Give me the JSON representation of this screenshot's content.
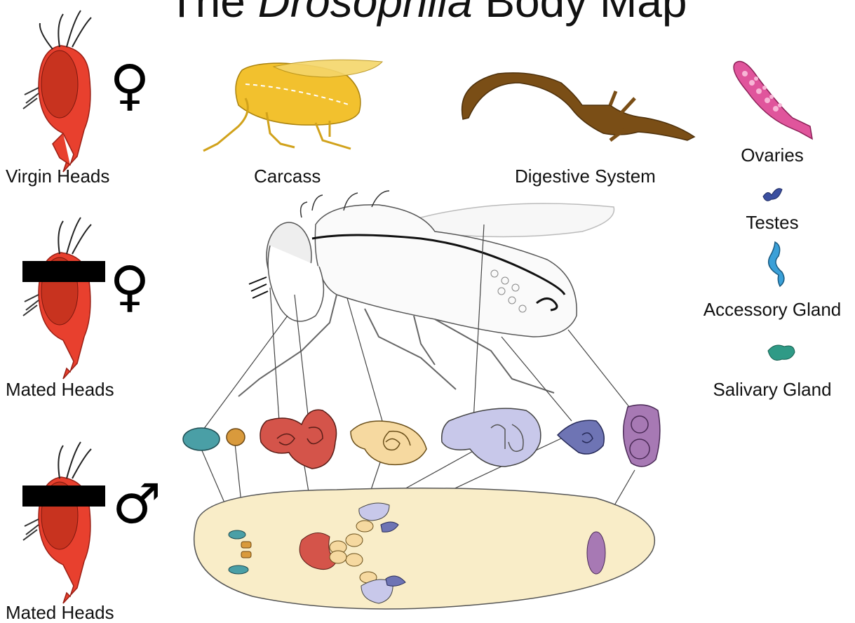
{
  "title": {
    "prefix": "The ",
    "italic": "Drosophila",
    "suffix": " Body Map"
  },
  "head_panels": [
    {
      "label": "Virgin Heads",
      "sex_symbol": "♀"
    },
    {
      "label": "Mated Heads",
      "sex_symbol": "♀"
    },
    {
      "label": "Mated Heads",
      "sex_symbol": "♂"
    }
  ],
  "top_labels": {
    "carcass": "Carcass",
    "digestive": "Digestive System"
  },
  "organs": [
    {
      "label": "Ovaries",
      "color": "#e0559c"
    },
    {
      "label": "Testes",
      "color": "#3b4fa0"
    },
    {
      "label": "Accessory Gland",
      "color": "#3aa0d8"
    },
    {
      "label": "Salivary Gland",
      "color": "#2f9a86"
    }
  ],
  "colors": {
    "head": "#e8402e",
    "carcass": "#f2c12e",
    "digestive": "#7a4e16",
    "embryo": "#f9edc8",
    "teal": "#4a9fa6",
    "orange": "#d99a3c",
    "red": "#d4544a",
    "peach": "#f6d9a0",
    "lavender": "#c8c8ea",
    "slate": "#6e74b4",
    "purple": "#a779b4"
  }
}
